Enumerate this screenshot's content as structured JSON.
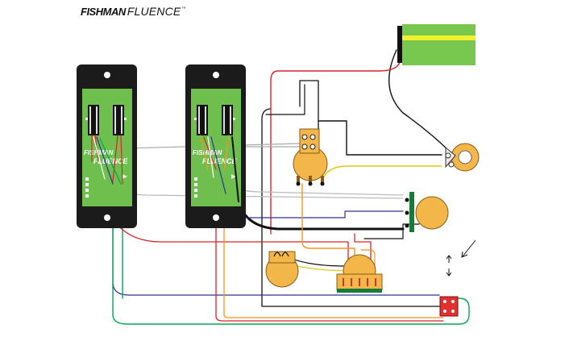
{
  "brand": {
    "name_bold": "FISHMAN",
    "name_light": "FLUENCE",
    "trademark": "™"
  },
  "pickups": [
    {
      "logo_line1": "FISHMAN",
      "logo_line2": "FLUENCE"
    },
    {
      "logo_line1": "FISHMAN",
      "logo_line2": "FLUENCE"
    }
  ],
  "colors": {
    "pickup_body": "#1b1b1b",
    "pickup_board": "#6fbf4f",
    "battery_body": "#78c850",
    "battery_stripe": "#f2ef2b",
    "pot_body": "#f3b648",
    "wire_red": "#d8252a",
    "wire_blue": "#2e3192",
    "wire_green": "#00a651",
    "wire_orange": "#f7941d",
    "wire_yellow": "#e6c619",
    "wire_black": "#111111",
    "wire_white": "#c8c8c8",
    "switch_red": "#e03030"
  }
}
